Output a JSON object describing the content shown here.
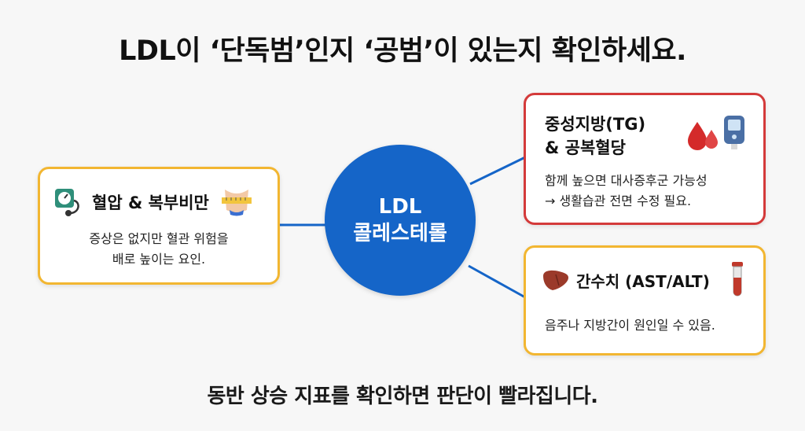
{
  "title": "LDL이 ‘단독범’인지 ‘공범’이 있는지 확인하세요.",
  "hub": {
    "line1": "LDL",
    "line2": "콜레스테롤"
  },
  "cards": {
    "left": {
      "title": "혈압 & 복부비만",
      "text_line1": "증상은 없지만 혈관 위험을",
      "text_line2": "배로 높이는 요인.",
      "icons": [
        "blood-pressure-monitor-icon",
        "waist-tape-measure-icon"
      ]
    },
    "top_right": {
      "title_line1": "중성지방(TG)",
      "title_line2": "& 공복혈당",
      "text_line1": "함께 높으면 대사증후군 가능성",
      "text_line2": "→ 생활습관 전면 수정 필요.",
      "icons": [
        "blood-drops-icon",
        "glucose-meter-icon"
      ]
    },
    "bottom_right": {
      "title": "간수치 (AST/ALT)",
      "text": "음주나 지방간이 원인일 수 있음.",
      "icons": [
        "liver-icon",
        "test-tube-icon"
      ]
    }
  },
  "footer": "동반 상승 지표를 확인하면 판단이 빨라집니다.",
  "colors": {
    "hub": "#1565c8",
    "orange": "#f2b631",
    "red": "#d43a3a",
    "line": "#1565c8"
  }
}
